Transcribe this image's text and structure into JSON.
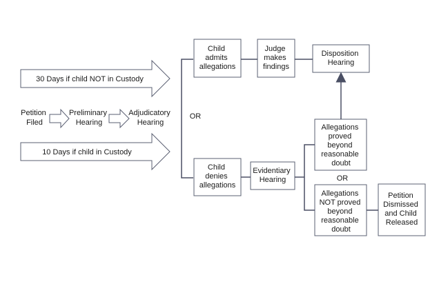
{
  "nodes": {
    "child_admits": [
      "Child",
      "admits",
      "allegations"
    ],
    "judge_findings": [
      "Judge",
      "makes",
      "findings"
    ],
    "disposition": [
      "Disposition",
      "Hearing"
    ],
    "allegations_proved": [
      "Allegations",
      "proved",
      "beyond",
      "reasonable",
      "doubt"
    ],
    "child_denies": [
      "Child",
      "denies",
      "allegations"
    ],
    "evidentiary": [
      "Evidentiary",
      "Hearing"
    ],
    "allegations_not_proved": [
      "Allegations",
      "NOT proved",
      "beyond",
      "reasonable",
      "doubt"
    ],
    "petition_dismissed": [
      "Petition",
      "Dismissed",
      "and Child",
      "Released"
    ]
  },
  "arrows": {
    "not_in_custody": "30 Days if child NOT in Custody",
    "in_custody": "10 Days if child in Custody"
  },
  "flow": {
    "petition": [
      "Petition",
      "Filed"
    ],
    "preliminary": [
      "Preliminary",
      "Hearing"
    ],
    "adjudicatory": [
      "Adjudicatory",
      "Hearing"
    ]
  },
  "or_labels": {
    "main": "OR",
    "branch": "OR"
  },
  "colors": {
    "stroke": "#5a5f72",
    "connector": "#4a4f64",
    "text": "#1a1a1a"
  }
}
